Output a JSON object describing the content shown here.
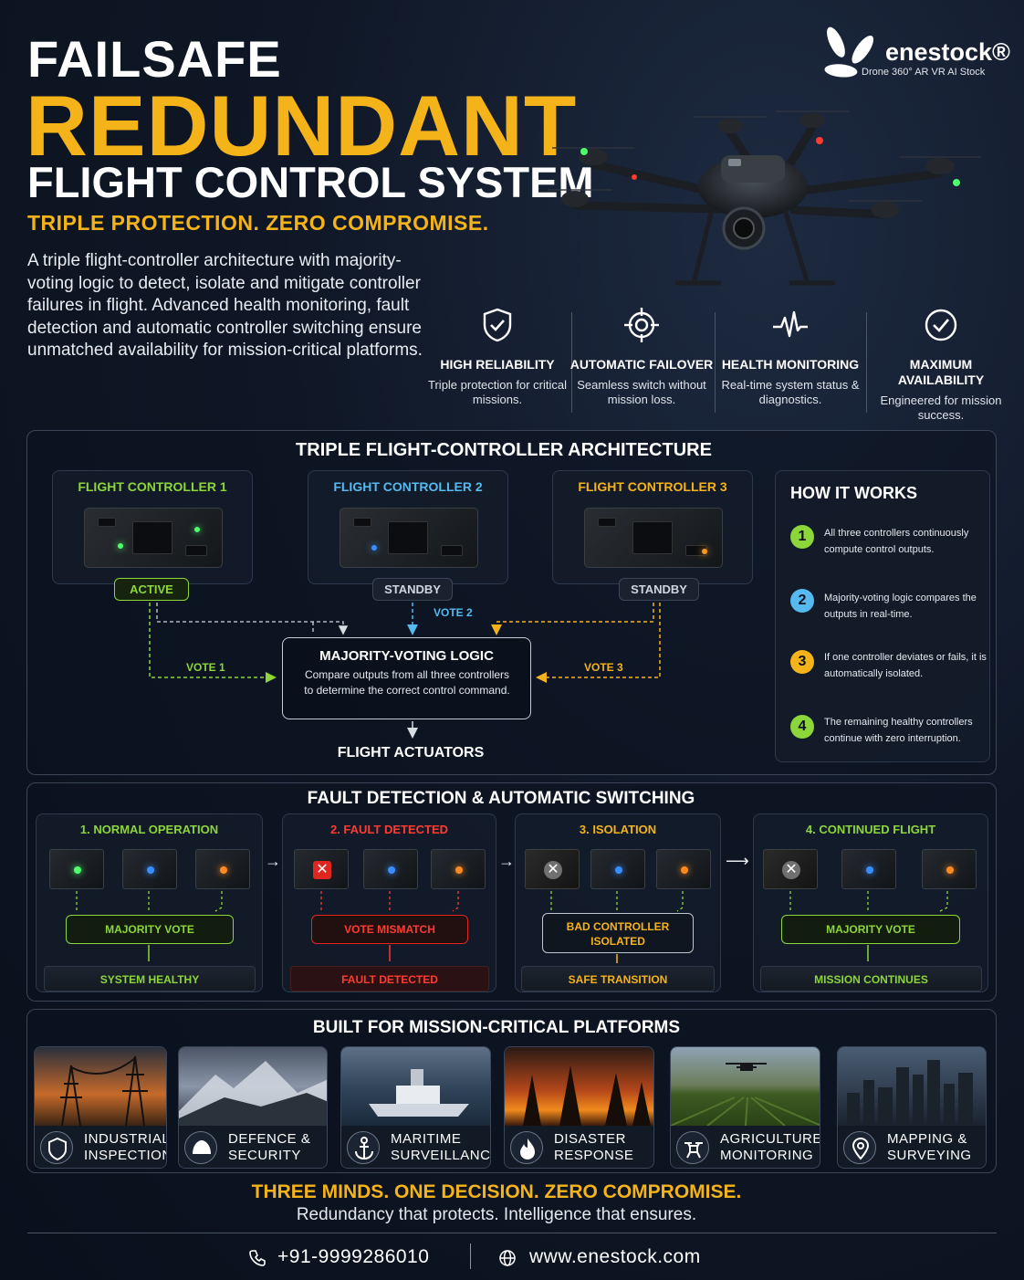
{
  "header": {
    "title_line1": "FAILSAFE",
    "title_line2": "REDUNDANT",
    "title_line3": "FLIGHT CONTROL SYSTEM",
    "tagline": "TRIPLE PROTECTION. ZERO COMPROMISE.",
    "intro": "A triple flight-controller architecture with majority-voting logic to detect, isolate and mitigate controller failures in flight. Advanced health monitoring, fault detection and automatic controller switching ensure unmatched availability for mission-critical platforms."
  },
  "brand": {
    "name": "enestock®",
    "subtitle": "Drone 360° AR VR AI Stock"
  },
  "features": [
    {
      "icon": "shield-check-icon",
      "title": "HIGH RELIABILITY",
      "desc": "Triple protection for critical missions."
    },
    {
      "icon": "crosshair-icon",
      "title": "AUTOMATIC FAILOVER",
      "desc": "Seamless switch without mission loss."
    },
    {
      "icon": "heartbeat-icon",
      "title": "HEALTH MONITORING",
      "desc": "Real-time system status & diagnostics."
    },
    {
      "icon": "check-circle-icon",
      "title": "MAXIMUM AVAILABILITY",
      "desc": "Engineered for mission success."
    }
  ],
  "architecture": {
    "title": "TRIPLE FLIGHT-CONTROLLER ARCHITECTURE",
    "controllers": [
      {
        "name": "FLIGHT CONTROLLER 1",
        "status": "ACTIVE",
        "color": "#8cd63a"
      },
      {
        "name": "FLIGHT CONTROLLER 2",
        "status": "STANDBY",
        "color": "#56b9f0"
      },
      {
        "name": "FLIGHT CONTROLLER 3",
        "status": "STANDBY",
        "color": "#f5b31a"
      }
    ],
    "votes": [
      "VOTE 1",
      "VOTE 2",
      "VOTE 3"
    ],
    "majority": {
      "title": "MAJORITY-VOTING LOGIC",
      "desc": "Compare outputs from all three controllers to determine the correct control command."
    },
    "actuators": "FLIGHT ACTUATORS"
  },
  "how_it_works": {
    "title": "HOW IT WORKS",
    "steps": [
      {
        "num": "1",
        "text": "All three controllers continuously compute control outputs.",
        "color": "#8cd63a"
      },
      {
        "num": "2",
        "text": "Majority-voting logic compares the outputs in real-time.",
        "color": "#56b9f0"
      },
      {
        "num": "3",
        "text": "If one controller deviates or fails, it is automatically isolated.",
        "color": "#f5b31a"
      },
      {
        "num": "4",
        "text": "The remaining healthy controllers continue with zero interruption.",
        "color": "#8cd63a"
      }
    ]
  },
  "fault": {
    "title": "FAULT DETECTION & AUTOMATIC SWITCHING",
    "stages": [
      {
        "title": "1. NORMAL OPERATION",
        "box": "MAJORITY VOTE",
        "result": "SYSTEM HEALTHY"
      },
      {
        "title": "2. FAULT DETECTED",
        "box": "VOTE MISMATCH",
        "result": "FAULT DETECTED"
      },
      {
        "title": "3. ISOLATION",
        "box": "BAD CONTROLLER ISOLATED",
        "result": "SAFE TRANSITION"
      },
      {
        "title": "4. CONTINUED FLIGHT",
        "box": "MAJORITY VOTE",
        "result": "MISSION CONTINUES"
      }
    ]
  },
  "platforms": {
    "title": "BUILT FOR MISSION-CRITICAL PLATFORMS",
    "items": [
      {
        "line1": "INDUSTRIAL",
        "line2": "INSPECTION",
        "icon": "shield-icon"
      },
      {
        "line1": "DEFENCE &",
        "line2": "SECURITY",
        "icon": "helmet-icon"
      },
      {
        "line1": "MARITIME",
        "line2": "SURVEILLANCE",
        "icon": "anchor-icon"
      },
      {
        "line1": "DISASTER",
        "line2": "RESPONSE",
        "icon": "flame-icon"
      },
      {
        "line1": "AGRICULTURE",
        "line2": "MONITORING",
        "icon": "drone-icon"
      },
      {
        "line1": "MAPPING &",
        "line2": "SURVEYING",
        "icon": "map-pin-icon"
      }
    ]
  },
  "footer": {
    "slogan": "THREE MINDS. ONE DECISION. ZERO COMPROMISE.",
    "sub": "Redundancy that protects. Intelligence that ensures.",
    "phone": "+91-9999286010",
    "website": "www.enestock.com"
  }
}
